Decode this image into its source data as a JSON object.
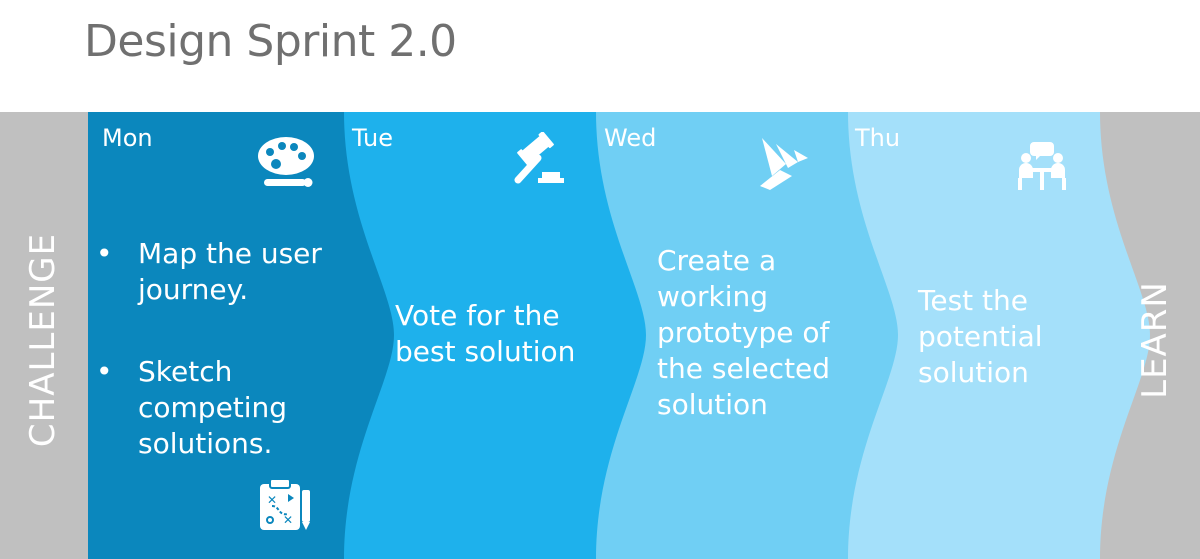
{
  "title": "Design Sprint 2.0",
  "side_labels": {
    "left": "CHALLENGE",
    "right": "LEARN"
  },
  "days": [
    {
      "day": "Mon",
      "bullets": [
        "Map the user journey.",
        "Sketch competing solutions."
      ],
      "icons": [
        "palette-icon",
        "clipboard-plan-icon"
      ]
    },
    {
      "day": "Tue",
      "text": "Vote for the best solution",
      "icons": [
        "gavel-icon"
      ]
    },
    {
      "day": "Wed",
      "text": "Create a working prototype of the selected solution",
      "icons": [
        "origami-bird-icon"
      ]
    },
    {
      "day": "Thu",
      "text": "Test the potential solution",
      "icons": [
        "interview-icon"
      ]
    }
  ],
  "colors": {
    "gray": "#c0c0c0",
    "mon": "#0b87bd",
    "tue": "#1eb1ec",
    "wed": "#70cff4",
    "thu": "#a4e0fa",
    "title": "#707070"
  }
}
